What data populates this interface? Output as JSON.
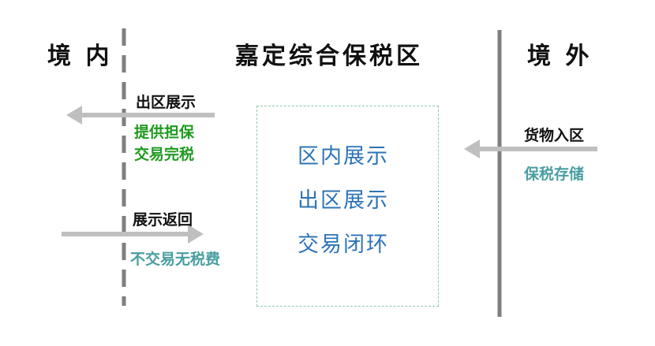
{
  "headings": {
    "inside": "境 内",
    "zone": "嘉定综合保税区",
    "outside": "境 外"
  },
  "flows": {
    "exit_display": {
      "label": "出区展示",
      "notes": [
        "提供担保",
        "交易完税"
      ]
    },
    "return_display": {
      "label": "展示返回",
      "note": "不交易无税费"
    },
    "goods_entry": {
      "label": "货物入区",
      "note": "保税存储"
    }
  },
  "center_box": {
    "lines": [
      "区内展示",
      "出区展示",
      "交易闭环"
    ]
  },
  "colors": {
    "heading": "#111111",
    "arrow": "#bfbfbf",
    "divider": "#7f7f7f",
    "green": "#1f9a1f",
    "teal": "#4a9ea0",
    "blue": "#2e74b5",
    "box_border": "#8fc9a8"
  }
}
